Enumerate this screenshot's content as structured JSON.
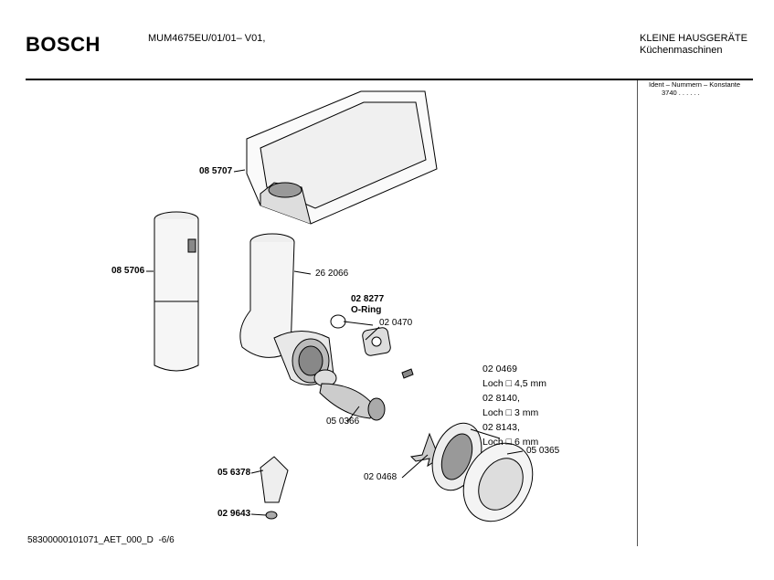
{
  "header": {
    "brand": "BOSCH",
    "model": "MUM4675EU/01/01– V01,",
    "category": "KLEINE HAUSGERÄTE",
    "subcategory": "Küchenmaschinen",
    "ident_label": "Ident – Nummern – Konstante",
    "ident_value": "3740  . .  . . . ."
  },
  "parts": {
    "tray": "08 5707",
    "pusher": "08 5706",
    "housing": "26 2066",
    "oring_no": "02 8277",
    "oring_name": "O-Ring",
    "bearing": "02 0470",
    "worm": "05 0366",
    "knife": "02 0468",
    "ring_nut": "05 0365",
    "attachment": "05 6378",
    "nozzle": "02 9643"
  },
  "discs": [
    "02 0469",
    "Loch □ 4,5 mm",
    "02 8140,",
    "Loch □ 3 mm",
    "02 8143,",
    "Loch □ 6 mm"
  ],
  "footer": {
    "doc_id": "58300000101071_AET_000_D",
    "page": "-6/6"
  }
}
